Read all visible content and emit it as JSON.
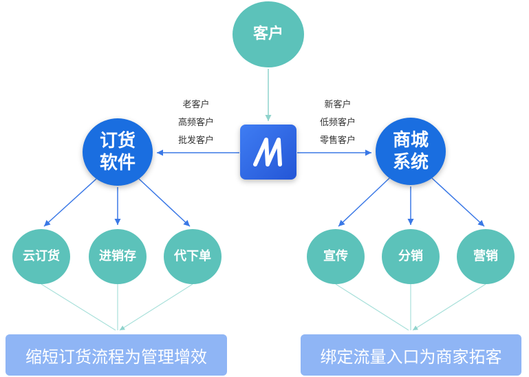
{
  "customer": "客户",
  "left_segments": [
    "老客户",
    "高频客户",
    "批发客户"
  ],
  "right_segments": [
    "新客户",
    "低频客户",
    "零售客户"
  ],
  "left_hub": {
    "line1": "订货",
    "line2": "软件"
  },
  "right_hub": {
    "line1": "商城",
    "line2": "系统"
  },
  "left_features": [
    "云订货",
    "进销存",
    "代下单"
  ],
  "right_features": [
    "宣传",
    "分销",
    "营销"
  ],
  "left_outcome": "缩短订货流程为管理增效",
  "right_outcome": "绑定流量入口为商家拓客",
  "colors": {
    "teal": "#5cc2ba",
    "blue": "#1a6ee0",
    "arrow": "#3a78e6",
    "bar": "#8fb5f5"
  },
  "icons": {
    "center": "brand-logo-icon"
  }
}
